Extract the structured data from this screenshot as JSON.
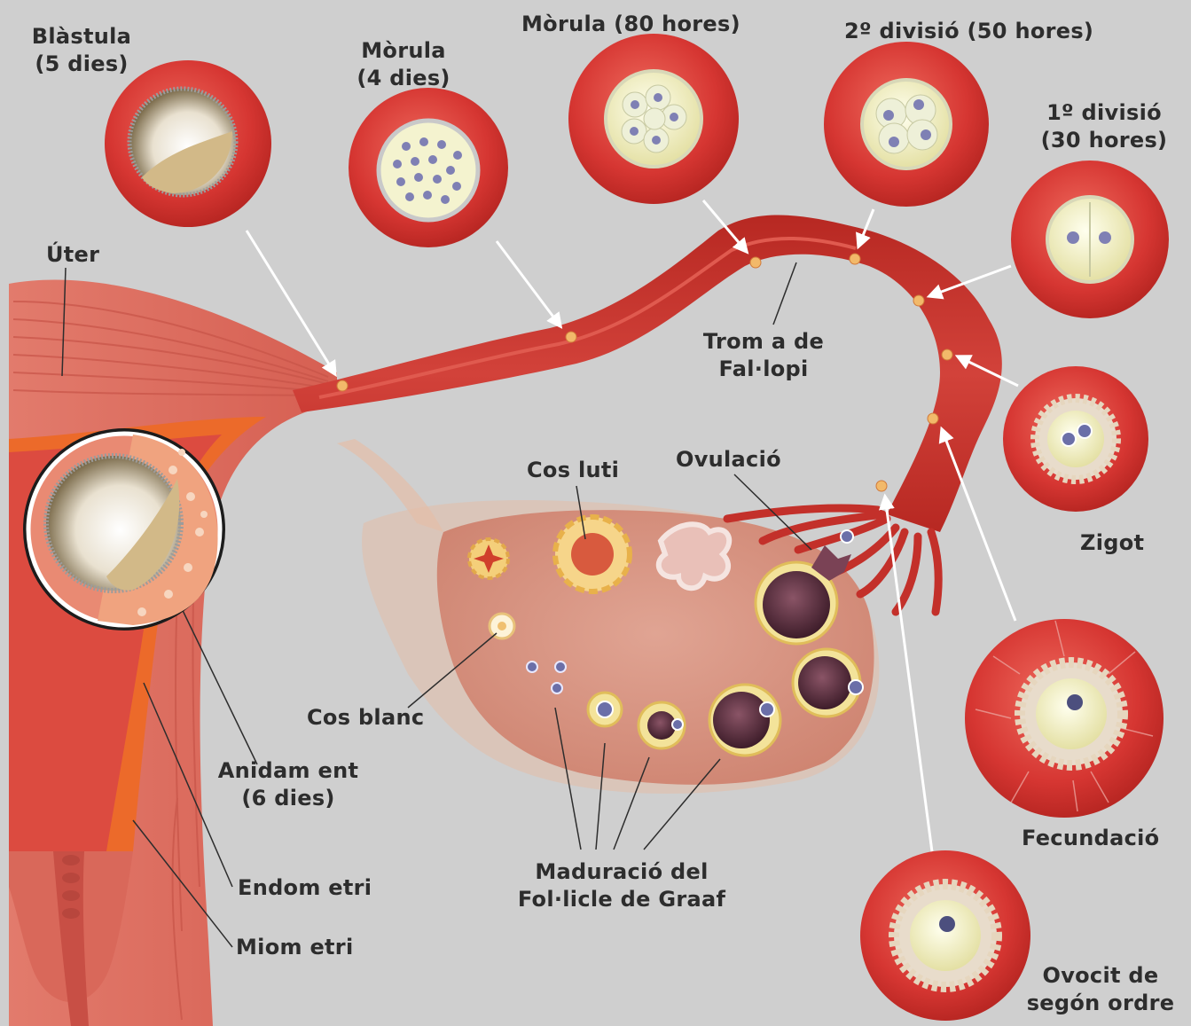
{
  "labels": {
    "blastula": {
      "line1": "Blàstula",
      "line2": "(5 dies)"
    },
    "morula_4": {
      "line1": "Mòrula",
      "line2": "(4 dies)"
    },
    "morula_80": "Mòrula (80 hores)",
    "second_division": "2º  divisió (50 hores)",
    "first_division": {
      "line1": "1º divisió",
      "line2": "(30 hores)"
    },
    "uterus": "Úter",
    "fallopian_tube": {
      "line1": "Trom a de",
      "line2": "Fal·lopi"
    },
    "corpus_luteum": "Cos luti",
    "ovulation": "Ovulació",
    "zygote": "Zigot",
    "corpus_albicans": "Cos blanc",
    "implantation": {
      "line1": "Anidam ent",
      "line2": "(6 dies)"
    },
    "graafian_follicle": {
      "line1": "Maduració del",
      "line2": "Fol·licle de Graaf"
    },
    "fertilization": "Fecundació",
    "endometrium": "Endom etri",
    "myometrium": "Miom etri",
    "secondary_oocyte": {
      "line1": "Ovocit de",
      "line2": "segón ordre"
    }
  },
  "colors": {
    "background": "#cfcfcf",
    "tissue_red": "#c8332e",
    "circle_red": "#d93a36",
    "uterus_pink": "#e07a6e",
    "ovary_pink": "#dd9c86",
    "embryo_yellow": "#f4f3cf",
    "nucleus": "#6b6fa8",
    "follicle_dark": "#5e3142",
    "arrow": "#ffffff",
    "text": "#2d2d2d"
  }
}
